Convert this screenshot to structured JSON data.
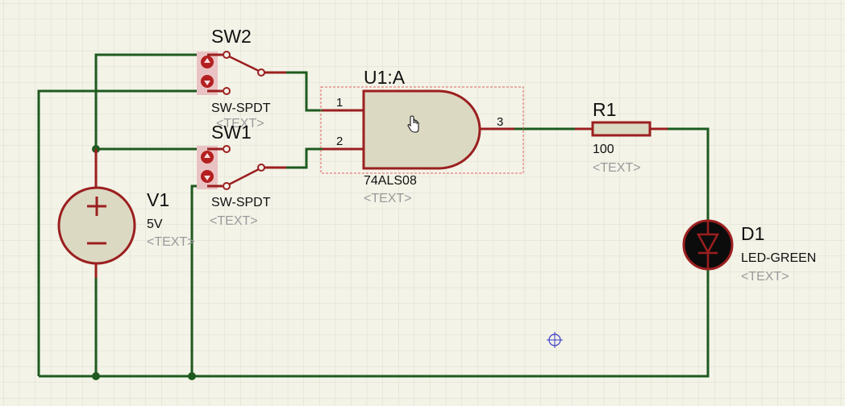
{
  "components": {
    "sw2": {
      "ref": "SW2",
      "value": "SW-SPDT",
      "text": "<TEXT>"
    },
    "sw1": {
      "ref": "SW1",
      "value": "SW-SPDT",
      "text": "<TEXT>"
    },
    "u1": {
      "ref": "U1:A",
      "value": "74ALS08",
      "text": "<TEXT>",
      "pins": [
        "1",
        "2",
        "3"
      ]
    },
    "r1": {
      "ref": "R1",
      "value": "100",
      "text": "<TEXT>"
    },
    "v1": {
      "ref": "V1",
      "value": "5V",
      "text": "<TEXT>"
    },
    "d1": {
      "ref": "D1",
      "value": "LED-GREEN",
      "text": "<TEXT>"
    }
  },
  "colors": {
    "background": "#f3f3e8",
    "grid": "#dcdccb",
    "wire": "#1e5a1e",
    "component": "#9b1f1f",
    "component_fill": "#dcd9c3",
    "selection": "#e06060"
  },
  "icons": {
    "cursor": "hand-cursor-icon",
    "origin": "origin-marker-icon"
  }
}
